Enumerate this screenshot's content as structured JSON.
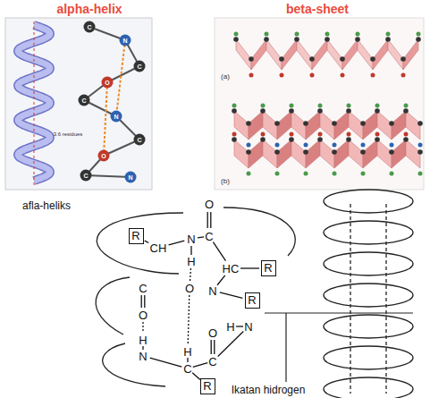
{
  "diagram": {
    "nodes": [
      {
        "text": [
          "R"
        ]
      },
      {
        "text": [
          "R"
        ]
      },
      {
        "text": [
          "R"
        ]
      },
      {
        "text": [
          "R"
        ]
      }
    ],
    "labels": [
      "alpha-helix",
      "beta-sheet",
      "3.6 residues",
      "(a)",
      "(b)",
      "C",
      "N",
      "C",
      "O",
      "C",
      "N",
      "C",
      "O",
      "C",
      "N",
      "afla-heliks",
      "O",
      "C",
      "CH",
      "N",
      "H",
      "HC",
      "C",
      "O",
      "N",
      "O",
      "H",
      "N",
      "H",
      "N",
      "H",
      "C",
      "C",
      "O",
      "Ikatan hidrogen"
    ]
  }
}
